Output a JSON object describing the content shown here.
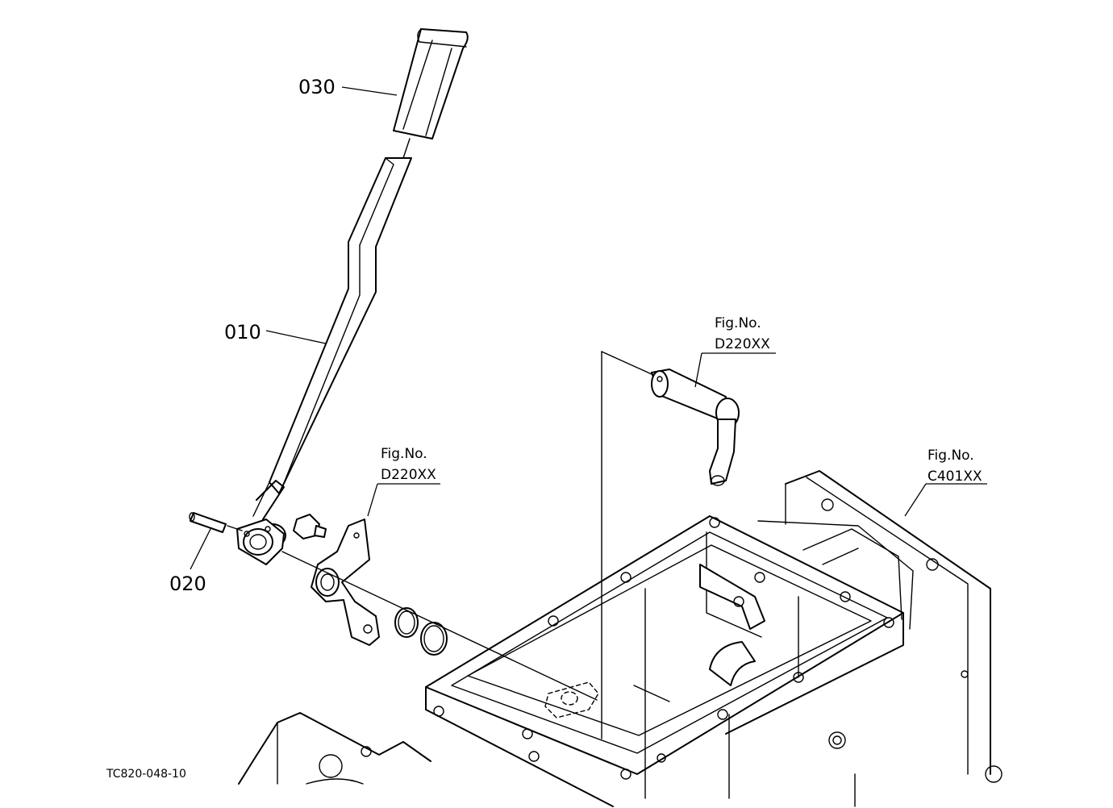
{
  "callouts": {
    "part_030": "030",
    "part_010": "010",
    "part_020": "020"
  },
  "refs": {
    "ref1": {
      "line1": "Fig.No.",
      "line2": "D220XX"
    },
    "ref2": {
      "line1": "Fig.No.",
      "line2": "D220XX"
    },
    "ref3": {
      "line1": "Fig.No.",
      "line2": "C401XX"
    }
  },
  "drawing_code": "TC820-048-10"
}
